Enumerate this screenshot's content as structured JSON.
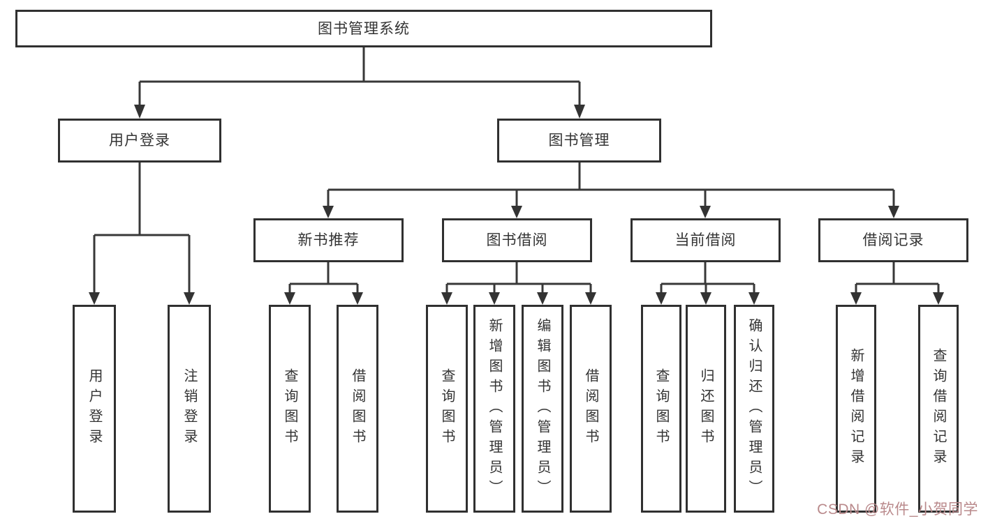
{
  "diagram": {
    "colors": {
      "line": "#383838",
      "border": "#303030",
      "text": "#333333",
      "background": "#ffffff",
      "watermark": "#b9898b"
    },
    "tree": {
      "root": {
        "label": "图书管理系统",
        "children": [
          {
            "label": "用户登录",
            "children": [
              {
                "label": "用户登录"
              },
              {
                "label": "注销登录"
              }
            ]
          },
          {
            "label": "图书管理",
            "children": [
              {
                "label": "新书推荐",
                "children": [
                  {
                    "label": "查询图书"
                  },
                  {
                    "label": "借阅图书"
                  }
                ]
              },
              {
                "label": "图书借阅",
                "children": [
                  {
                    "label": "查询图书"
                  },
                  {
                    "label": "新增图书（管理员）"
                  },
                  {
                    "label": "编辑图书（管理员）"
                  },
                  {
                    "label": "借阅图书"
                  }
                ]
              },
              {
                "label": "当前借阅",
                "children": [
                  {
                    "label": "查询图书"
                  },
                  {
                    "label": "归还图书"
                  },
                  {
                    "label": "确认归还（管理员）"
                  }
                ]
              },
              {
                "label": "借阅记录",
                "children": [
                  {
                    "label": "新增借阅记录"
                  },
                  {
                    "label": "查询借阅记录"
                  }
                ]
              }
            ]
          }
        ]
      }
    },
    "watermark": "CSDN @软件_小贺同学"
  }
}
